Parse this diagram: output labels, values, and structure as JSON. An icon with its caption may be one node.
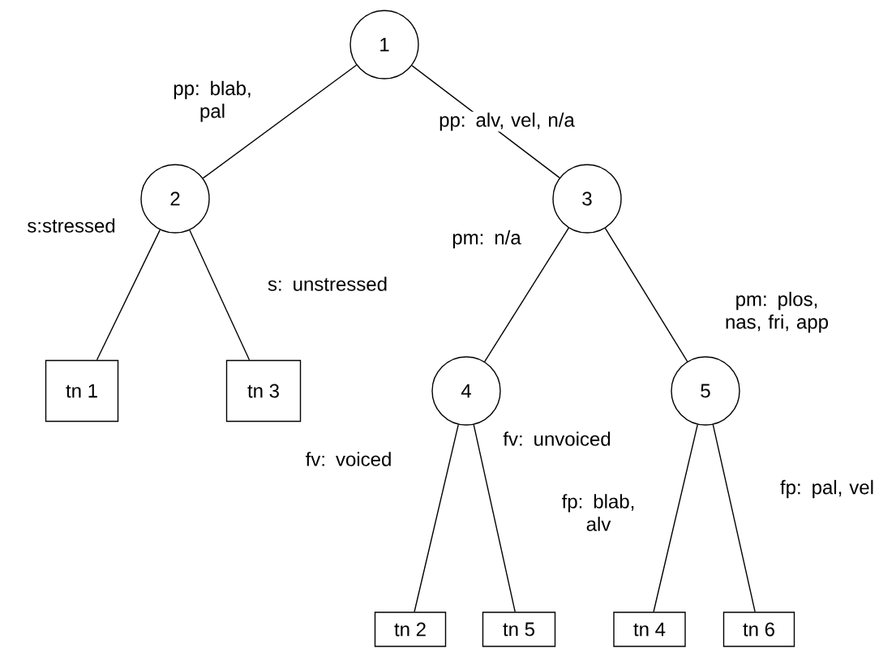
{
  "diagram": {
    "nodes": [
      {
        "text": [
          "1"
        ]
      },
      {
        "text": [
          "2"
        ]
      },
      {
        "text": [
          "3"
        ]
      },
      {
        "text": [
          "tn 1"
        ]
      },
      {
        "text": [
          "tn 3"
        ]
      },
      {
        "text": [
          "4"
        ]
      },
      {
        "text": [
          "5"
        ]
      },
      {
        "text": [
          "tn 2"
        ]
      },
      {
        "text": [
          "tn 5"
        ]
      },
      {
        "text": [
          "tn 4"
        ]
      },
      {
        "text": [
          "tn 6"
        ]
      }
    ],
    "edges": [
      {
        "from": 0,
        "to": 1,
        "arrow": "none",
        "label": "pp: blab, pal"
      },
      {
        "from": 0,
        "to": 2,
        "arrow": "none",
        "label": "pp: alv, vel, n/a"
      },
      {
        "from": 1,
        "to": 3,
        "arrow": "none",
        "label": "s:stressed"
      },
      {
        "from": 1,
        "to": 4,
        "arrow": "none",
        "label": "s: unstressed"
      },
      {
        "from": 2,
        "to": 5,
        "arrow": "none",
        "label": "pm: n/a"
      },
      {
        "from": 2,
        "to": 6,
        "arrow": "none",
        "label": "pm: plos, nas, fri, app"
      },
      {
        "from": 5,
        "to": 7,
        "arrow": "none",
        "label": "fv: voiced"
      },
      {
        "from": 5,
        "to": 8,
        "arrow": "none",
        "label": "fv: unvoiced"
      },
      {
        "from": 6,
        "to": 9,
        "arrow": "none",
        "label": "fp: blab, alv"
      },
      {
        "from": 6,
        "to": 10,
        "arrow": "none",
        "label": "fp: pal, vel"
      }
    ]
  }
}
